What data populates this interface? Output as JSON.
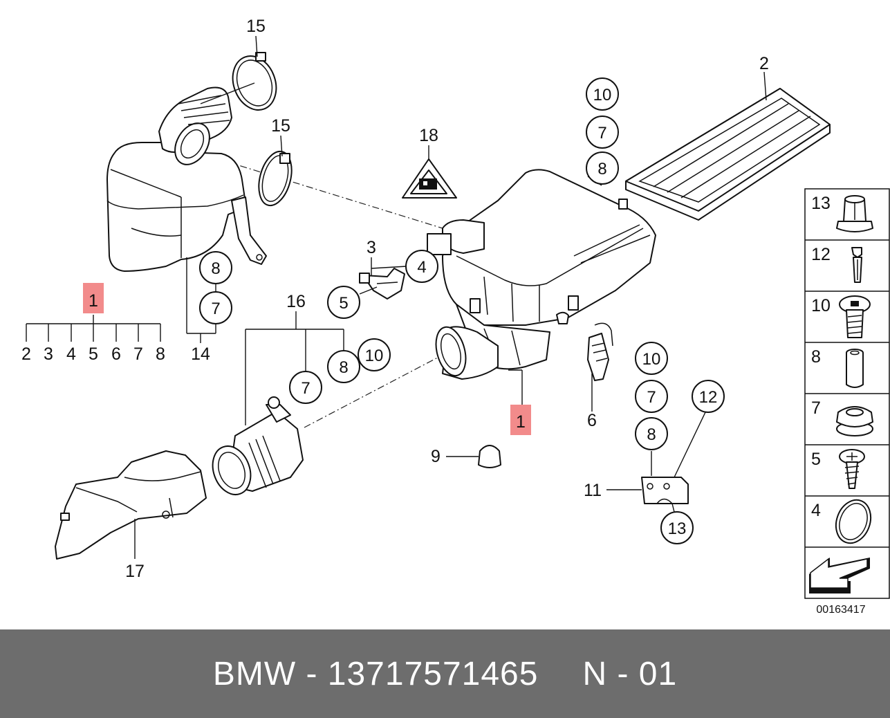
{
  "parts": {
    "main_highlight_label": "1",
    "kit_highlight_label": "1",
    "kit_items": [
      "2",
      "3",
      "4",
      "5",
      "6",
      "7",
      "8"
    ],
    "labels": {
      "p2": "2",
      "p3": "3",
      "p6": "6",
      "p9": "9",
      "p11": "11",
      "p14": "14",
      "p15a": "15",
      "p15b": "15",
      "p16": "16",
      "p17": "17",
      "p18": "18"
    },
    "circled": {
      "c10_top": "10",
      "c7_top": "7",
      "c8_top": "8",
      "c8_left": "8",
      "c7_left": "7",
      "c4": "4",
      "c5": "5",
      "c10_mid": "10",
      "c8_mid": "8",
      "c7_mid": "7",
      "c10_right": "10",
      "c7_right": "7",
      "c8_right": "8",
      "c12": "12",
      "c13": "13"
    }
  },
  "side_panel": [
    "13",
    "12",
    "10",
    "8",
    "7",
    "5",
    "4"
  ],
  "diagram_id": "00163417",
  "footer": {
    "brand_part": "BMW - 13717571465",
    "page": "N - 01"
  },
  "colors": {
    "highlight": "#f28b8b",
    "footer_bg": "#6d6d6d"
  }
}
